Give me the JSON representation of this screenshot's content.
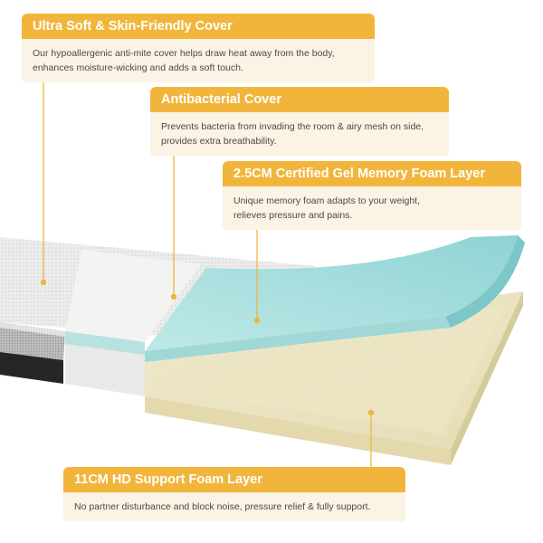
{
  "callouts": [
    {
      "title": "Ultra Soft & Skin-Friendly Cover",
      "lines": [
        "Our hypoallergenic anti-mite cover helps draw heat away from the body,",
        "enhances moisture-wicking and adds a soft touch."
      ]
    },
    {
      "title": "Antibacterial Cover",
      "lines": [
        "Prevents bacteria from invading the room & airy mesh on side,",
        "provides extra breathability."
      ]
    },
    {
      "title": "2.5CM Certified Gel Memory Foam Layer",
      "lines": [
        "Unique memory foam adapts to your weight,",
        "relieves pressure and pains."
      ]
    },
    {
      "title": "11CM HD Support Foam Layer",
      "lines": [
        "No partner disturbance and block noise, pressure relief & fully support."
      ]
    }
  ],
  "colors": {
    "accent": "#f2b53c",
    "callout_body": "#fbf3e3",
    "gel_foam": "#a9e0de",
    "support_foam": "#ede6c7",
    "cover": "#eeeeee"
  }
}
